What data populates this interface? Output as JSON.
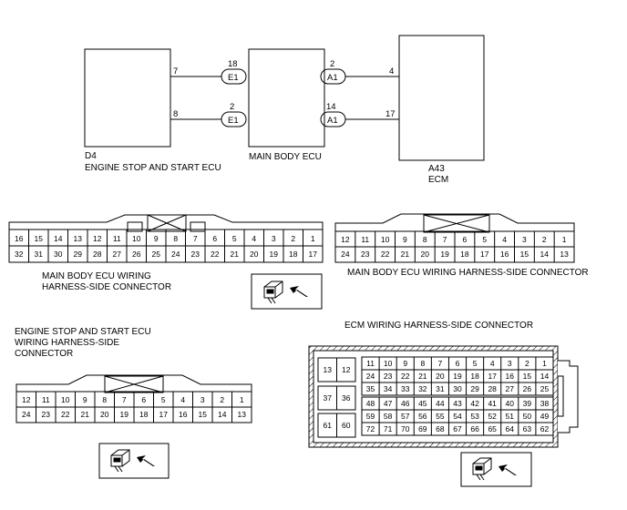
{
  "top_diagram": {
    "d4": {
      "code": "D4",
      "name": "ENGINE STOP AND START ECU"
    },
    "main_body_ecu": {
      "name": "MAIN BODY ECU"
    },
    "a43": {
      "code": "A43",
      "name": "ECM"
    },
    "wires": [
      {
        "from_pin": "7",
        "conn_pin": "18",
        "conn": "E1",
        "to_conn": "A1",
        "to_conn_pin": "2",
        "ecm_pin": "4"
      },
      {
        "from_pin": "8",
        "conn_pin": "2",
        "conn": "E1",
        "to_conn": "A1",
        "to_conn_pin": "14",
        "ecm_pin": "17"
      }
    ]
  },
  "connectors": {
    "mbecu_e1": {
      "title_line1": "MAIN BODY ECU WIRING",
      "title_line2": "HARNESS-SIDE CONNECTOR",
      "row1": [
        "16",
        "15",
        "14",
        "13",
        "12",
        "11",
        "10",
        "9",
        "8",
        "7",
        "6",
        "5",
        "4",
        "3",
        "2",
        "1"
      ],
      "row2": [
        "32",
        "31",
        "30",
        "29",
        "28",
        "27",
        "26",
        "25",
        "24",
        "23",
        "22",
        "21",
        "20",
        "19",
        "18",
        "17"
      ]
    },
    "mbecu_a1": {
      "title": "MAIN BODY ECU WIRING HARNESS-SIDE CONNECTOR",
      "row1": [
        "12",
        "11",
        "10",
        "9",
        "8",
        "7",
        "6",
        "5",
        "4",
        "3",
        "2",
        "1"
      ],
      "row2": [
        "24",
        "23",
        "22",
        "21",
        "20",
        "19",
        "18",
        "17",
        "16",
        "15",
        "14",
        "13"
      ]
    },
    "engine_d4": {
      "title_line1": "ENGINE STOP AND START ECU",
      "title_line2": "WIRING HARNESS-SIDE",
      "title_line3": "CONNECTOR",
      "row1": [
        "12",
        "11",
        "10",
        "9",
        "8",
        "7",
        "6",
        "5",
        "4",
        "3",
        "2",
        "1"
      ],
      "row2": [
        "24",
        "23",
        "22",
        "21",
        "20",
        "19",
        "18",
        "17",
        "16",
        "15",
        "14",
        "13"
      ]
    },
    "ecm_a43": {
      "title": "ECM WIRING HARNESS-SIDE CONNECTOR",
      "left_pairs": [
        [
          "13",
          "12"
        ],
        [
          "37",
          "36"
        ],
        [
          "61",
          "60"
        ]
      ],
      "rows": [
        [
          "11",
          "10",
          "9",
          "8",
          "7",
          "6",
          "5",
          "4",
          "3",
          "2",
          "1"
        ],
        [
          "24",
          "23",
          "22",
          "21",
          "20",
          "19",
          "18",
          "17",
          "16",
          "15",
          "14"
        ],
        [
          "35",
          "34",
          "33",
          "32",
          "31",
          "30",
          "29",
          "28",
          "27",
          "26",
          "25"
        ],
        [
          "48",
          "47",
          "46",
          "45",
          "44",
          "43",
          "42",
          "41",
          "40",
          "39",
          "38"
        ],
        [
          "59",
          "58",
          "57",
          "56",
          "55",
          "54",
          "53",
          "52",
          "51",
          "50",
          "49"
        ],
        [
          "72",
          "71",
          "70",
          "69",
          "68",
          "67",
          "66",
          "65",
          "64",
          "63",
          "62"
        ]
      ]
    }
  }
}
